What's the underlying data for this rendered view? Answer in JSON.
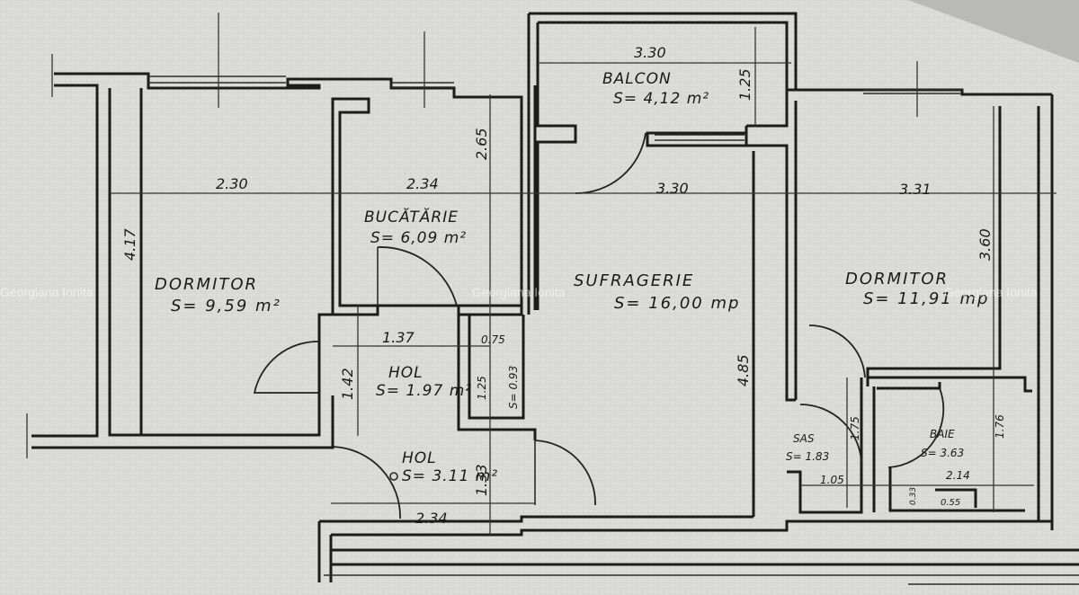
{
  "rooms": {
    "dormitor_left": {
      "name": "DORMITOR",
      "area": "S= 9,59 m²"
    },
    "bucatarie": {
      "name": "BUCĂTĂRIE",
      "area": "S= 6,09 m²"
    },
    "balcon": {
      "name": "BALCON",
      "area": "S= 4,12 m²"
    },
    "sufragerie": {
      "name": "SUFRAGERIE",
      "area": "S= 16,00 mp"
    },
    "dormitor_right": {
      "name": "DORMITOR",
      "area": "S= 11,91 mp"
    },
    "hol_small": {
      "name": "HOL",
      "area": "S= 1.97 m²"
    },
    "hol_main": {
      "name": "HOL",
      "area": "S= 3.11 m²"
    },
    "debara": {
      "area": "S= 0.93"
    },
    "sas": {
      "name": "SAS",
      "area": "S= 1.83"
    },
    "baie": {
      "name": "BAIE",
      "area": "S= 3.63"
    }
  },
  "dimensions": {
    "d_230": "2.30",
    "d_234_top": "2.34",
    "d_330_mid": "3.30",
    "d_331": "3.31",
    "d_330_balcon": "3.30",
    "d_125_balcon": "1.25",
    "d_265": "2.65",
    "d_417": "4.17",
    "d_360": "3.60",
    "d_485": "4.85",
    "d_137": "1.37",
    "d_075": "0.75",
    "d_142": "1.42",
    "d_125_hol": "1.25",
    "d_133": "1.33",
    "d_234_bottom": "2.34",
    "d_175": "1.75",
    "d_176": "1.76",
    "d_105": "1.05",
    "d_214": "2.14",
    "d_033": "0.33",
    "d_055": "0.55"
  },
  "watermarks": [
    "Georgiana Ionita",
    "Georgiana Ionita",
    "Georgiana Ionita"
  ]
}
